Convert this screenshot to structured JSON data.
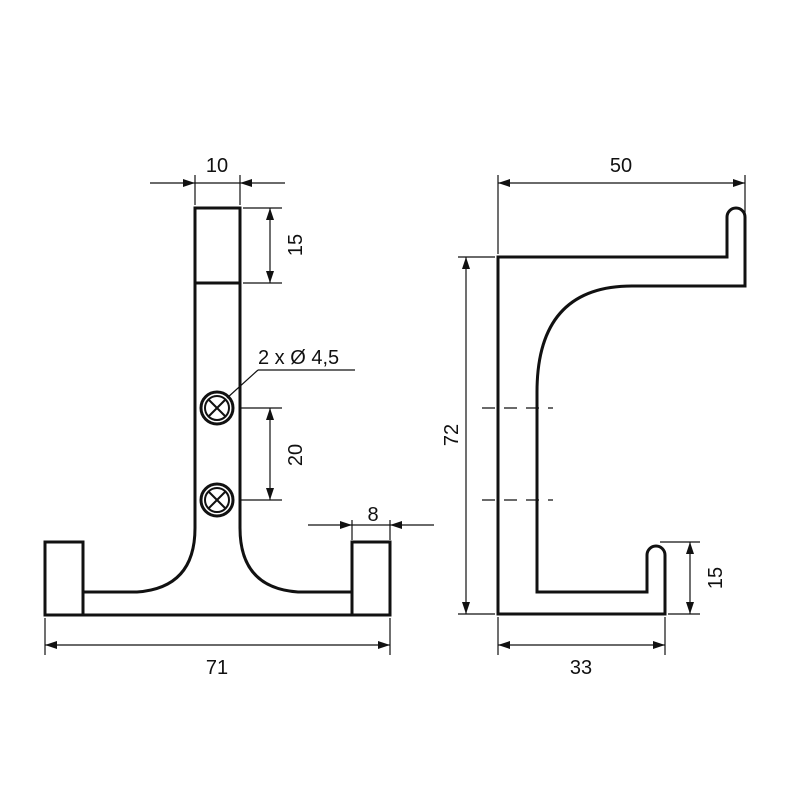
{
  "front_view": {
    "dims": {
      "top_width": "10",
      "top_height": "15",
      "holes": "2 x Ø 4,5",
      "hole_spacing": "20",
      "foot_width": "8",
      "total_width": "71"
    }
  },
  "side_view": {
    "dims": {
      "depth_top": "50",
      "height": "72",
      "depth_bottom": "33",
      "lip_height": "15"
    }
  },
  "colors": {
    "line": "#111111",
    "background": "#ffffff"
  }
}
